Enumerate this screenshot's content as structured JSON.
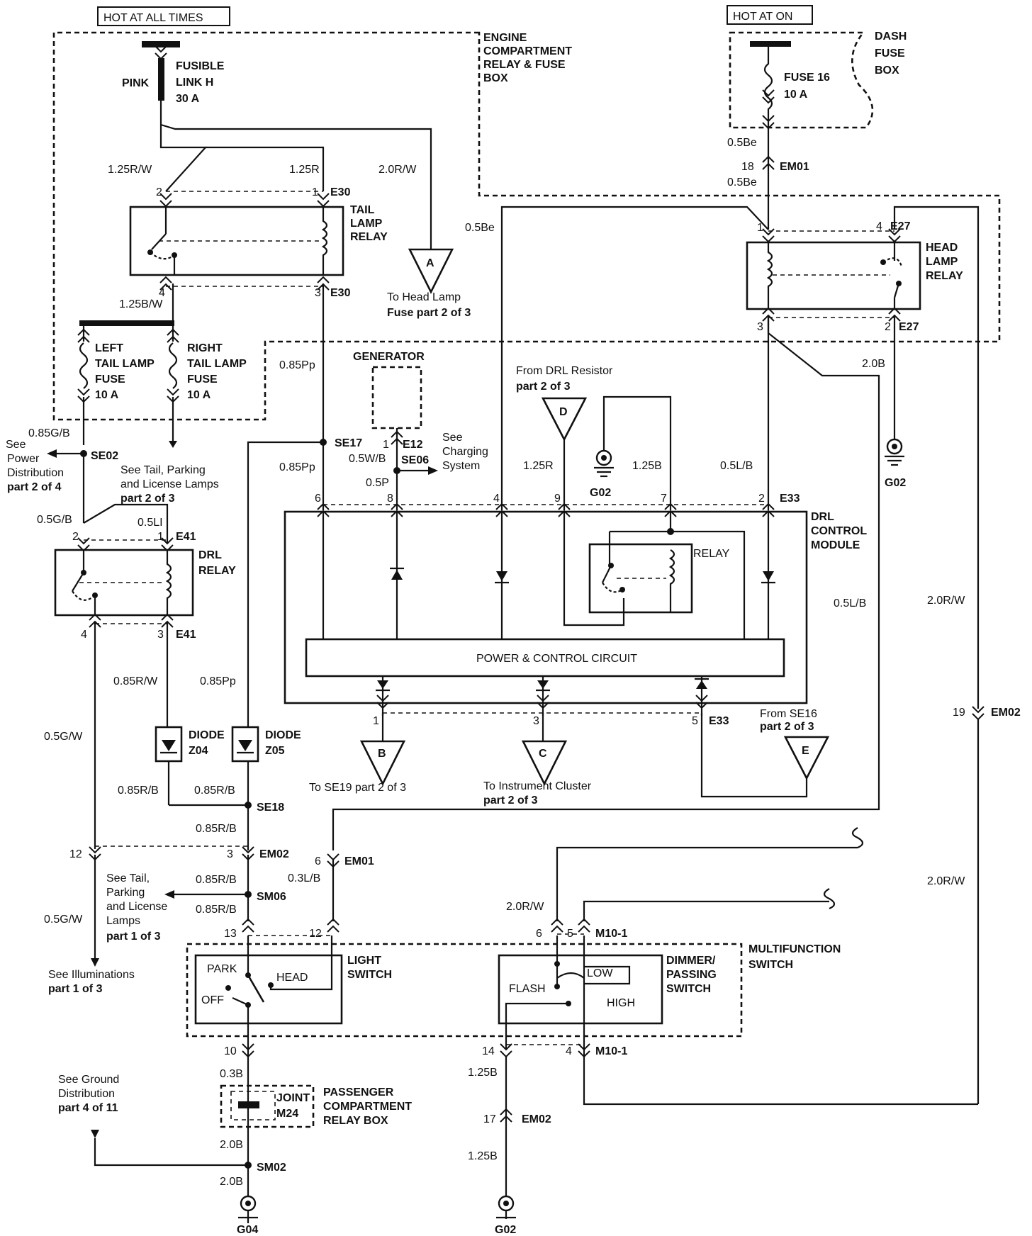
{
  "supply": {
    "hot_at_all_times": "HOT AT ALL TIMES",
    "hot_at_on": "HOT AT ON"
  },
  "engine_box": {
    "l1": "ENGINE",
    "l2": "COMPARTMENT",
    "l3": "RELAY & FUSE",
    "l4": "BOX"
  },
  "dash_box": {
    "l1": "DASH",
    "l2": "FUSE",
    "l3": "BOX"
  },
  "fusible_link": {
    "color": "PINK",
    "l1": "FUSIBLE",
    "l2": "LINK H",
    "l3": "30 A"
  },
  "fuse16": {
    "l1": "FUSE 16",
    "l2": "10 A"
  },
  "tail_relay": {
    "l1": "TAIL",
    "l2": "LAMP",
    "l3": "RELAY"
  },
  "head_relay": {
    "l1": "HEAD",
    "l2": "LAMP",
    "l3": "RELAY"
  },
  "drl_relay": {
    "l1": "DRL",
    "l2": "RELAY"
  },
  "left_fuse": {
    "l1": "LEFT",
    "l2": "TAIL LAMP",
    "l3": "FUSE",
    "l4": "10 A"
  },
  "right_fuse": {
    "l1": "RIGHT",
    "l2": "TAIL LAMP",
    "l3": "FUSE",
    "l4": "10 A"
  },
  "generator": "GENERATOR",
  "drl_module": {
    "l1": "DRL",
    "l2": "CONTROL",
    "l3": "MODULE",
    "relay": "RELAY",
    "circuit": "POWER & CONTROL CIRCUIT"
  },
  "diode4": {
    "l1": "DIODE",
    "l2": "Z04"
  },
  "diode5": {
    "l1": "DIODE",
    "l2": "Z05"
  },
  "multifunction": {
    "l1": "MULTIFUNCTION",
    "l2": "SWITCH"
  },
  "light_switch": {
    "l1": "LIGHT",
    "l2": "SWITCH",
    "park": "PARK",
    "head": "HEAD",
    "off": "OFF"
  },
  "dimmer": {
    "l1": "DIMMER/",
    "l2": "PASSING",
    "l3": "SWITCH",
    "low": "LOW",
    "high": "HIGH",
    "flash": "FLASH"
  },
  "joint": {
    "l1": "JOINT",
    "l2": "M24",
    "box1": "PASSENGER",
    "box2": "COMPARTMENT",
    "box3": "RELAY BOX"
  },
  "connectors": {
    "e30": "E30",
    "e27": "E27",
    "em01": "EM01",
    "e33": "E33",
    "e41": "E41",
    "e12": "E12",
    "se02": "SE02",
    "se17": "SE17",
    "se06": "SE06",
    "se18": "SE18",
    "em02": "EM02",
    "sm06": "SM06",
    "sm02": "SM02",
    "m10": "M10-1"
  },
  "grounds": {
    "g02": "G02",
    "g04": "G04"
  },
  "pins": {
    "p1": "1",
    "p2": "2",
    "p3": "3",
    "p4": "4",
    "p5": "5",
    "p6": "6",
    "p7": "7",
    "p8": "8",
    "p9": "9",
    "p10": "10",
    "p12": "12",
    "p13": "13",
    "p14": "14",
    "p17": "17",
    "p18": "18",
    "p19": "19"
  },
  "wires": {
    "w125rw": "1.25R/W",
    "w125r": "1.25R",
    "w20rw": "2.0R/W",
    "w125bw": "1.25B/W",
    "w05be": "0.5Be",
    "w085pp": "0.85Pp",
    "w085gb": "0.85G/B",
    "w05gb": "0.5G/B",
    "w05li": "0.5LI",
    "w05wb": "0.5W/B",
    "w05p": "0.5P",
    "w125b": "1.25B",
    "w05lb": "0.5L/B",
    "w20b": "2.0B",
    "w085rw": "0.85R/W",
    "w05gw": "0.5G/W",
    "w085rb": "0.85R/B",
    "w03lb": "0.3L/B",
    "w03b": "0.3B"
  },
  "offpage": {
    "a_letter": "A",
    "a1": "To Head Lamp",
    "a2": "Fuse part 2 of 3",
    "b_letter": "B",
    "b1": "To SE19 part 2 of 3",
    "c_letter": "C",
    "c1": "To Instrument Cluster",
    "c2": "part 2 of 3",
    "d_letter": "D",
    "d1": "From DRL Resistor",
    "d2": "part 2 of 3",
    "e_letter": "E",
    "e1": "From SE16",
    "e2": "part 2 of 3"
  },
  "refs": {
    "see": "See",
    "power1": "Power",
    "power2": "Distribution",
    "power3": "part 2 of 4",
    "tail1": "See Tail, Parking",
    "tail2": "and License Lamps",
    "tail3": "part 2 of 3",
    "charge1": "See",
    "charge2": "Charging",
    "charge3": "System",
    "tail_b1": "See Tail,",
    "tail_b2": "Parking",
    "tail_b3": "and License",
    "tail_b4": "Lamps",
    "tail_b5": "part 1 of 3",
    "illum1": "See Illuminations",
    "illum2": "part 1 of 3",
    "ground1": "See Ground",
    "ground2": "Distribution",
    "ground3": "part 4 of 11"
  }
}
